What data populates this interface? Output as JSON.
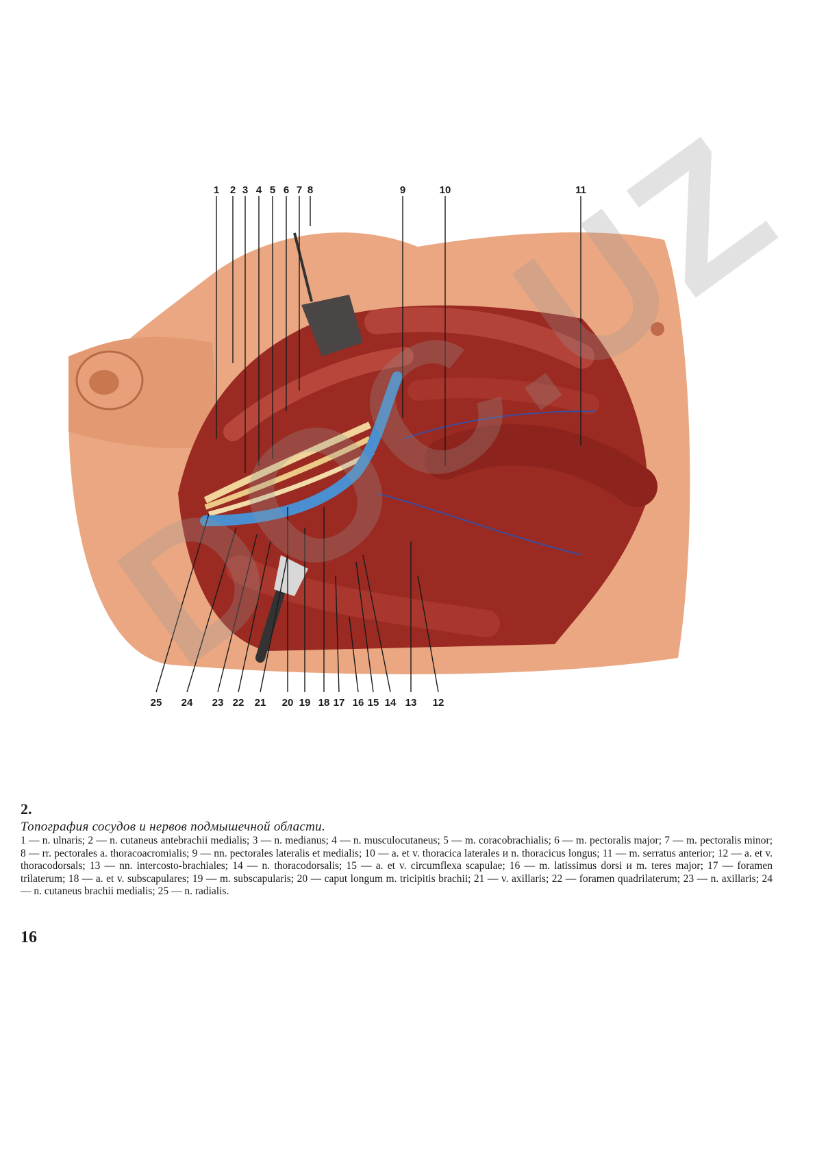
{
  "figure": {
    "leader_labels_top": [
      "1",
      "2",
      "3",
      "4",
      "5",
      "6",
      "7",
      "8",
      "9",
      "10",
      "11"
    ],
    "leader_labels_bottom": [
      "25",
      "24",
      "23",
      "22",
      "21",
      "20",
      "19",
      "18",
      "17",
      "16",
      "15",
      "14",
      "13",
      "12"
    ]
  },
  "caption": {
    "number": "2.",
    "title": "Топография сосудов и нервов подмышечной области.",
    "text": "1 — n. ulnaris; 2 — n. cutaneus antebrachii medialis; 3 — n. medianus; 4 — n. musculocutaneus; 5 — m. coracobrachialis; 6 — m. pectoralis major; 7 — m. pectoralis minor; 8 — rr. pectorales a. thoracoacromialis; 9 — nn. pectorales lateralis et medialis; 10 — a. et v. thoracica laterales и n. thoracicus longus; 11 — m. serratus anterior; 12 — a. et v. thoracodorsals; 13 — nn. intercosto-brachiales; 14 — n. thoracodorsalis; 15 — a. et v. circumflexa scapulae; 16 — m. latissimus dorsi и m. teres major; 17 — foramen trilaterum; 18 — a. et v. subscapulares; 19 — m. subscapularis; 20 — caput longum m. tricipitis brachii; 21 — v. axillaris; 22 — foramen quadrilaterum; 23 — n. axillaris; 24 — n. cutaneus brachii medialis; 25 — n. radialis."
  },
  "page_number": "16",
  "watermark": "DOC.UZ",
  "colors": {
    "muscle": "#9a2a22",
    "skin": "#e8a27c",
    "vein": "#4a8fd0",
    "nerve": "#f0d49a"
  }
}
